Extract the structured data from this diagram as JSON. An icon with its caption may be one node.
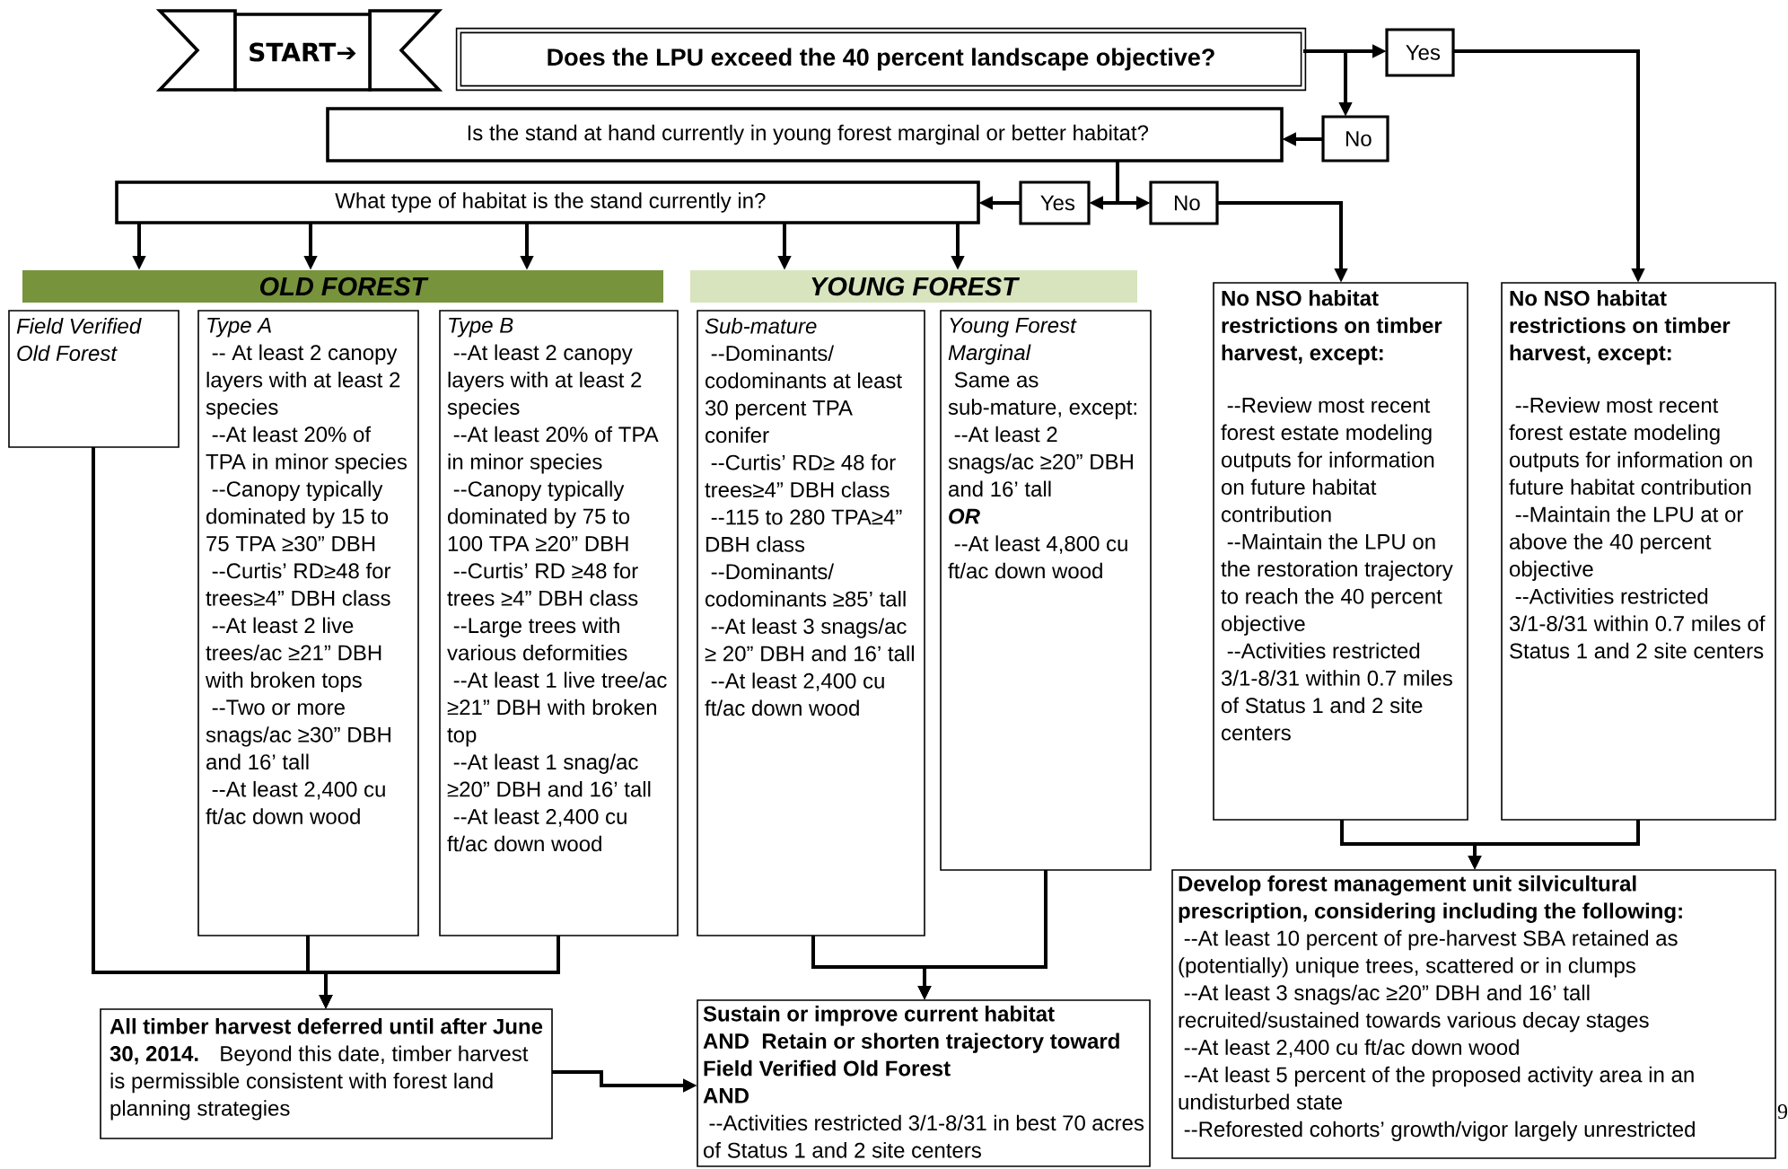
{
  "diagram": {
    "nodes": [
      {
        "text": [
          "START➔"
        ]
      },
      {
        "text": [
          "Does the LPU exceed the 40 percent landscape objective?"
        ]
      },
      {
        "text": [
          "Yes"
        ]
      },
      {
        "text": [
          "No"
        ]
      },
      {
        "text": [
          "Is the stand at hand currently in young forest marginal or better habitat?"
        ]
      },
      {
        "text": [
          "Yes"
        ]
      },
      {
        "text": [
          "No"
        ]
      },
      {
        "text": [
          "What type of habitat is the stand currently in?"
        ]
      },
      {
        "text": [
          "OLD FOREST"
        ]
      },
      {
        "text": [
          "YOUNG FOREST"
        ]
      },
      {
        "text": [
          "Field Verified Old Forest"
        ]
      },
      {
        "text": [
          "Type A",
          "-- At least 2 canopy layers with at least 2 species",
          "--At least 20% of TPA in minor species",
          "--Canopy typically dominated by 15 to 75 TPA ≥30” DBH",
          "--Curtis’ RD≥48 for trees≥4” DBH class",
          "--At least 2 live trees/ac ≥21” DBH with broken tops",
          "--Two or more snags/ac ≥30” DBH and 16’ tall",
          "--At least 2,400 cu ft/ac down wood"
        ]
      },
      {
        "text": [
          "Type B",
          "--At least 2 canopy layers with at least 2 species",
          "--At least 20% of TPA in minor species",
          "--Canopy typically dominated by 75 to 100 TPA ≥20” DBH",
          "--Curtis’ RD ≥48 for trees ≥4” DBH class",
          "--Large trees with various deformities",
          "--At least 1 live tree/ac ≥21” DBH with broken top",
          "--At least 1 snag/ac ≥20” DBH and 16’ tall",
          "--At least 2,400 cu ft/ac down wood"
        ]
      },
      {
        "text": [
          "Sub-mature",
          "--Dominants/ codominants at least 30 percent TPA conifer",
          "--Curtis’ RD≥ 48 for trees≥4” DBH class",
          "--115 to 280 TPA≥4” DBH class",
          "--Dominants/ codominants ≥85’ tall",
          "--At least 3 snags/ac ≥ 20” DBH and 16’ tall",
          "--At least 2,400 cu ft/ac down wood"
        ]
      },
      {
        "text": [
          "Young Forest Marginal",
          "Same as sub-mature, except:",
          "--At least 2 snags/ac ≥20” DBH and 16’ tall",
          "OR",
          "--At least 4,800 cu ft/ac down wood"
        ]
      },
      {
        "text": [
          "No NSO habitat restrictions on timber harvest, except:",
          "--Review most recent forest estate modeling outputs for information on future habitat contribution",
          "--Maintain the LPU on the restoration trajectory to reach the 40 percent objective",
          "--Activities restricted 3/1-8/31 within 0.7 miles of Status 1 and 2 site centers"
        ]
      },
      {
        "text": [
          "No NSO habitat restrictions on timber harvest, except:",
          "--Review most recent forest estate modeling outputs for information on future habitat contribution",
          "--Maintain the LPU at or above the 40 percent objective",
          "--Activities restricted 3/1-8/31 within 0.7 miles of Status 1 and 2 site centers"
        ]
      },
      {
        "text": [
          "All timber harvest deferred until after June 30, 2014.",
          "Beyond this date, timber harvest is permissible consistent with forest land planning strategies"
        ]
      },
      {
        "text": [
          "Sustain or improve current habitat",
          "AND",
          "Retain or shorten trajectory toward Field Verified Old Forest",
          "AND",
          "--Activities restricted 3/1-8/31 in best 70 acres of Status 1 and 2 site centers"
        ]
      },
      {
        "text": [
          "Develop forest management unit silvicultural prescription, considering including the following:",
          "--At least 10 percent of pre-harvest SBA retained as (potentially) unique trees, scattered or in clumps",
          "--At least 3 snags/ac ≥20” DBH and 16’ tall recruited/sustained towards various decay stages",
          "--At least 2,400 cu ft/ac down wood",
          "--At least 5 percent of the proposed activity area in an undisturbed state",
          "--Reforested cohorts’ growth/vigor largely unrestricted"
        ]
      }
    ],
    "edges": [
      {
        "from": 1,
        "to": 2,
        "arrow": "to"
      },
      {
        "from": 1,
        "to": 3,
        "arrow": "to"
      },
      {
        "from": 3,
        "to": 4,
        "arrow": "to"
      },
      {
        "from": 2,
        "to": 16,
        "arrow": "to"
      },
      {
        "from": 4,
        "to": 5,
        "arrow": "to"
      },
      {
        "from": 4,
        "to": 6,
        "arrow": "to"
      },
      {
        "from": 5,
        "to": 7,
        "arrow": "to"
      },
      {
        "from": 6,
        "to": 15,
        "arrow": "to"
      },
      {
        "from": 7,
        "to": 8,
        "arrow": "to"
      },
      {
        "from": 7,
        "to": 8,
        "arrow": "to"
      },
      {
        "from": 7,
        "to": 8,
        "arrow": "to"
      },
      {
        "from": 7,
        "to": 9,
        "arrow": "to"
      },
      {
        "from": 7,
        "to": 9,
        "arrow": "to"
      },
      {
        "from": 10,
        "to": 17,
        "arrow": "to"
      },
      {
        "from": 11,
        "to": 17,
        "arrow": "to"
      },
      {
        "from": 12,
        "to": 17,
        "arrow": "to"
      },
      {
        "from": 13,
        "to": 18,
        "arrow": "to"
      },
      {
        "from": 14,
        "to": 18,
        "arrow": "to"
      },
      {
        "from": 17,
        "to": 18,
        "arrow": "to"
      },
      {
        "from": 15,
        "to": 19,
        "arrow": "to"
      },
      {
        "from": 16,
        "to": 19,
        "arrow": "to"
      }
    ],
    "labels": [
      "9"
    ]
  }
}
